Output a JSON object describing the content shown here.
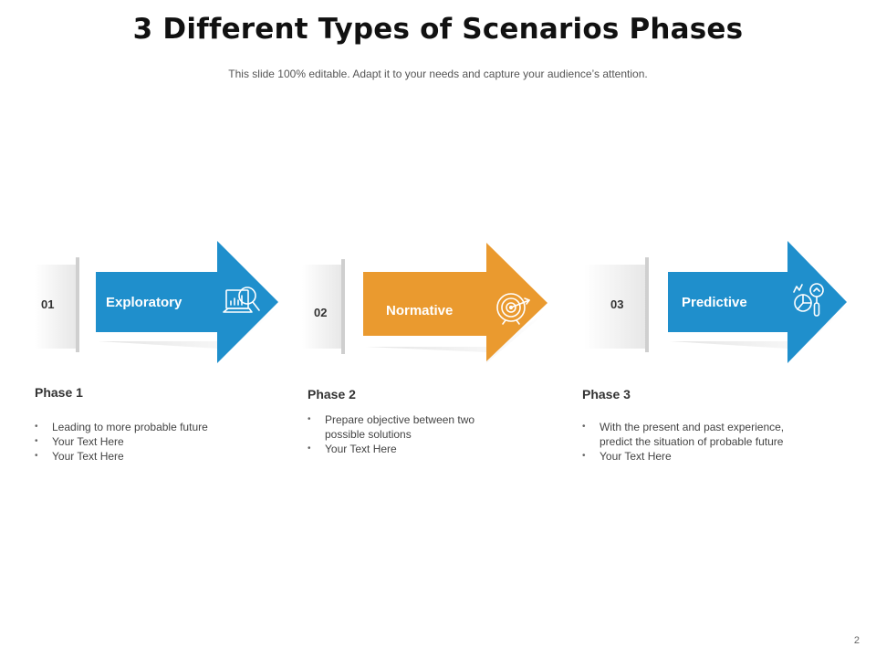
{
  "title": "3 Different Types of Scenarios Phases",
  "subtitle": "This slide 100% editable. Adapt it to your needs and capture your audience’s attention.",
  "colors": {
    "blue": "#1f8fcc",
    "orange": "#ea9a2f"
  },
  "phases": [
    {
      "number": "01",
      "label": "Exploratory",
      "color": "#1f8fcc",
      "icon": "chart-magnifier-icon",
      "heading": "Phase 1",
      "bullets": [
        "Leading to more probable future",
        "Your Text Here",
        "Your Text Here"
      ]
    },
    {
      "number": "02",
      "label": "Normative",
      "color": "#ea9a2f",
      "icon": "target-arrow-icon",
      "heading": "Phase 2",
      "bullets": [
        "Prepare objective between two possible solutions",
        "Your Text Here"
      ]
    },
    {
      "number": "03",
      "label": "Predictive",
      "color": "#1f8fcc",
      "icon": "analytics-magnifier-icon",
      "heading": "Phase 3",
      "bullets": [
        "With the present and past experience, predict the situation of probable future",
        "Your Text Here"
      ]
    }
  ],
  "page_number": "2"
}
